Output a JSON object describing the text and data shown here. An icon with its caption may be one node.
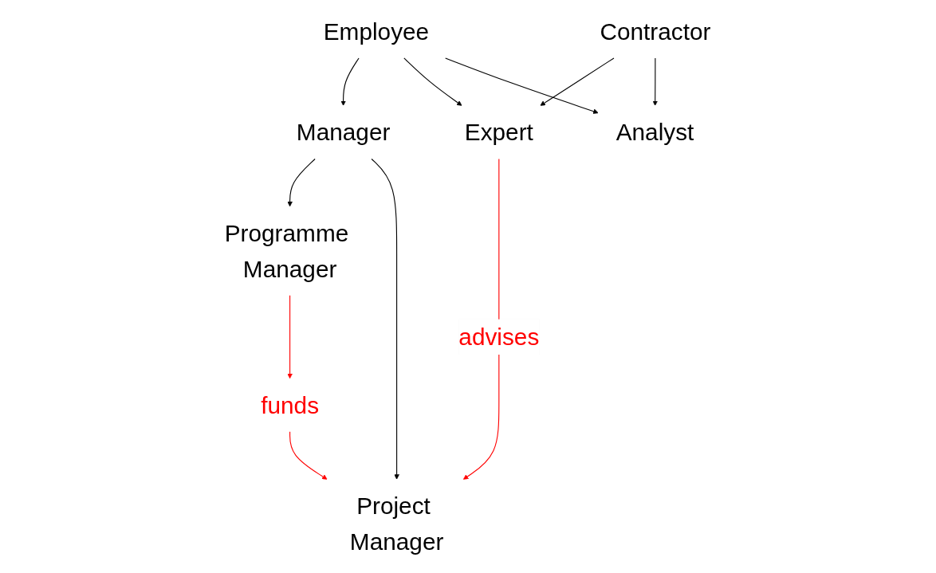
{
  "diagram": {
    "nodes": [
      {
        "text": [
          "Employee"
        ]
      },
      {
        "text": [
          "Contractor"
        ]
      },
      {
        "text": [
          "Manager"
        ]
      },
      {
        "text": [
          "Expert"
        ]
      },
      {
        "text": [
          "Analyst"
        ]
      },
      {
        "text": [
          "Programme Manager"
        ]
      },
      {
        "text": [
          "Project Manager"
        ]
      },
      {
        "text": [
          "funds"
        ]
      }
    ],
    "edges": [
      {
        "from": 0,
        "to": 2,
        "arrow": "to"
      },
      {
        "from": 0,
        "to": 3,
        "arrow": "to"
      },
      {
        "from": 0,
        "to": 4,
        "arrow": "to"
      },
      {
        "from": 1,
        "to": 3,
        "arrow": "to"
      },
      {
        "from": 1,
        "to": 4,
        "arrow": "to"
      },
      {
        "from": 2,
        "to": 5,
        "arrow": "to"
      },
      {
        "from": 2,
        "to": 6,
        "arrow": "to"
      },
      {
        "from": 3,
        "to": 6,
        "label": "advises",
        "arrow": "to",
        "color": "#ff0000"
      },
      {
        "from": 5,
        "to": 7,
        "arrow": "to",
        "color": "#ff0000"
      },
      {
        "from": 7,
        "to": 6,
        "arrow": "to",
        "color": "#ff0000"
      }
    ]
  }
}
